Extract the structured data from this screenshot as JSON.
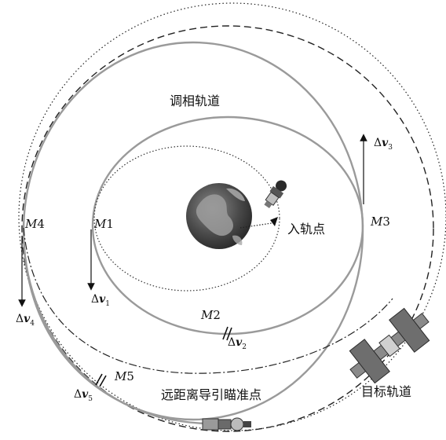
{
  "orbits": {
    "phasing": "调相轨道",
    "target": "目标轨道",
    "insertion": "入轨点",
    "far_guidance": "远距离导引瞄准点"
  },
  "points": {
    "m1": {
      "letter": "M",
      "num": "1"
    },
    "m2": {
      "letter": "M",
      "num": "2"
    },
    "m3": {
      "letter": "M",
      "num": "3"
    },
    "m4": {
      "letter": "M",
      "num": "4"
    },
    "m5": {
      "letter": "M",
      "num": "5"
    }
  },
  "burns": {
    "v1": {
      "delta": "Δ",
      "v": "v",
      "sub": "1"
    },
    "v2": {
      "delta": "Δ",
      "v": "v",
      "sub": "2"
    },
    "v3": {
      "delta": "Δ",
      "v": "v",
      "sub": "3"
    },
    "v4": {
      "delta": "Δ",
      "v": "v",
      "sub": "4"
    },
    "v5": {
      "delta": "Δ",
      "v": "v",
      "sub": "5"
    }
  },
  "colors": {
    "orbit_gray": "#9a9a9a",
    "line_dark": "#222222",
    "earth_ocean": "#4c4c4c",
    "earth_land": "#9c9c9c"
  },
  "icons": [
    "earth-icon",
    "spacecraft-icon",
    "space-station-icon",
    "docked-spacecraft-icon"
  ]
}
